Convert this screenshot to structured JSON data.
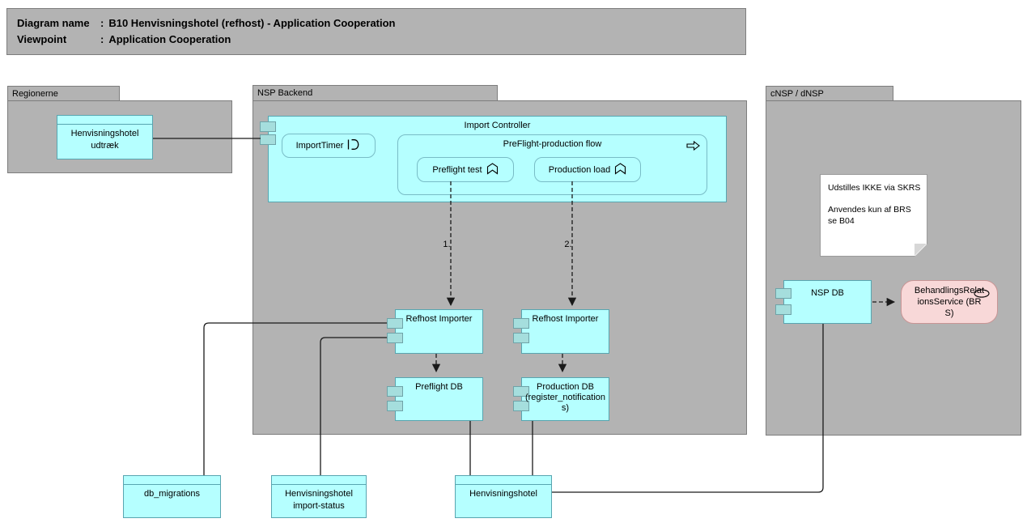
{
  "palette": {
    "group_fill": "#b3b3b3",
    "group_border": "#7d7d7d",
    "component_fill": "#b5ffff",
    "component_border": "#58a5b0",
    "port_fill": "#a5dedd",
    "service_fill": "#f8d8d8",
    "note_fill": "#ffffff",
    "connector": "#1a1a1a"
  },
  "title_block": {
    "row1_label": "Diagram name",
    "row2_label": "Viewpoint",
    "colon": ":",
    "row1_value": "B10 Henvisningshotel (refhost) - Application Cooperation",
    "row2_value": "Application Cooperation"
  },
  "groups": {
    "regionerne": "Regionerne",
    "nsp_backend": "NSP Backend",
    "cnsp_dnsp": "cNSP / dNSP"
  },
  "nodes": {
    "udtraek": "Henvisningshotel udtræk",
    "import_controller": "Import Controller",
    "import_timer": "ImportTimer",
    "flow": "PreFlight-production flow",
    "preflight_test": "Preflight test",
    "production_load": "Production load",
    "refhost_importer_1": "Refhost Importer",
    "refhost_importer_2": "Refhost Importer",
    "preflight_db": "Preflight DB",
    "production_db": "Production DB (register_notifications)",
    "nsp_db": "NSP DB",
    "brs": "BehandlingsRelationsService (BRS)",
    "db_migrations": "db_migrations",
    "import_status": "Henvisningshotel import-status",
    "henvisningshotel": "Henvisningshotel"
  },
  "flow_steps": {
    "step1": "1.",
    "step2": "2."
  },
  "note": {
    "line1": "Udstilles IKKE via SKRS",
    "line2": "Anvendes kun af BRS",
    "line3": "se B04"
  },
  "icons": {
    "import_timer_icon": "event-icon",
    "flow_icon": "process-arrow-icon",
    "preflight_test_icon": "function-chevron-icon",
    "production_load_icon": "function-chevron-icon",
    "brs_icon": "service-ellipse-icon",
    "note_icon": "folded-corner"
  }
}
